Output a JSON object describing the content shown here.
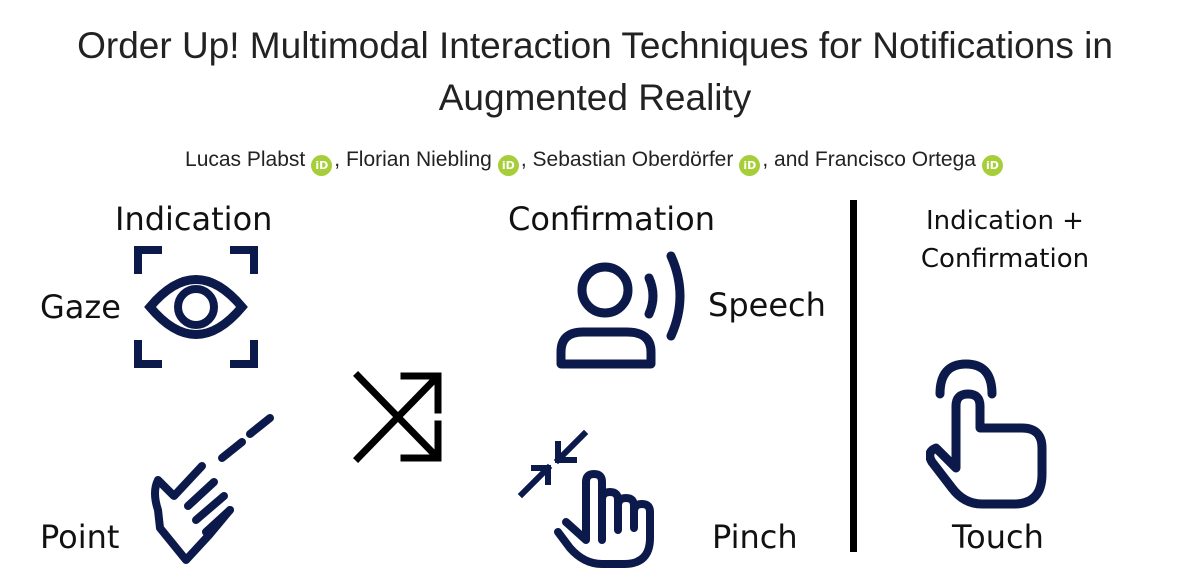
{
  "title": {
    "line1": "Order Up! Multimodal Interaction Techniques for Notifications in",
    "line2": "Augmented Reality"
  },
  "authors": [
    {
      "name": "Lucas Plabst",
      "sep": ","
    },
    {
      "name": "Florian Niebling",
      "sep": ","
    },
    {
      "name": "Sebastian Oberdörfer",
      "sep": ", and"
    },
    {
      "name": "Francisco Ortega",
      "sep": ""
    }
  ],
  "orcid_badge": "iD",
  "figure": {
    "indication_heading": "Indication",
    "confirmation_heading": "Confirmation",
    "combined_heading_line1": "Indication +",
    "combined_heading_line2": "Confirmation",
    "gaze_label": "Gaze",
    "point_label": "Point",
    "speech_label": "Speech",
    "pinch_label": "Pinch",
    "touch_label": "Touch",
    "icon_color": "#0b1a4a"
  }
}
